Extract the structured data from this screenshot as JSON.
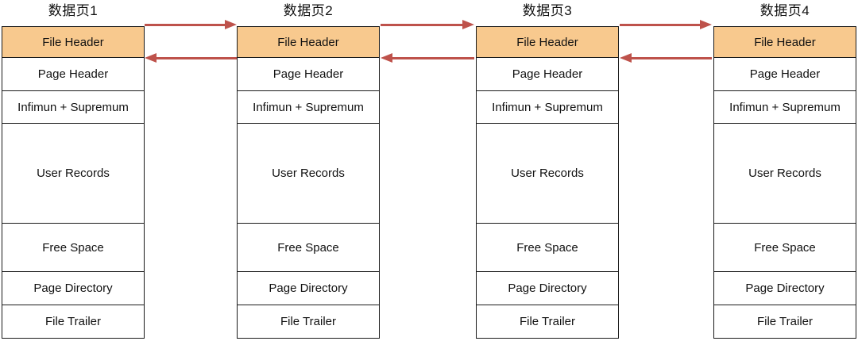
{
  "pages": [
    {
      "title": "数据页1",
      "rows": [
        {
          "label": "File Header"
        },
        {
          "label": "Page Header"
        },
        {
          "label": "Infimun + Supremum"
        },
        {
          "label": "User Records"
        },
        {
          "label": "Free Space"
        },
        {
          "label": "Page Directory"
        },
        {
          "label": "File Trailer"
        }
      ]
    },
    {
      "title": "数据页2",
      "rows": [
        {
          "label": "File Header"
        },
        {
          "label": "Page Header"
        },
        {
          "label": "Infimun + Supremum"
        },
        {
          "label": "User Records"
        },
        {
          "label": "Free Space"
        },
        {
          "label": "Page Directory"
        },
        {
          "label": "File Trailer"
        }
      ]
    },
    {
      "title": "数据页3",
      "rows": [
        {
          "label": "File Header"
        },
        {
          "label": "Page Header"
        },
        {
          "label": "Infimun + Supremum"
        },
        {
          "label": "User Records"
        },
        {
          "label": "Free Space"
        },
        {
          "label": "Page Directory"
        },
        {
          "label": "File Trailer"
        }
      ]
    },
    {
      "title": "数据页4",
      "rows": [
        {
          "label": "File Header"
        },
        {
          "label": "Page Header"
        },
        {
          "label": "Infimun + Supremum"
        },
        {
          "label": "User Records"
        },
        {
          "label": "Free Space"
        },
        {
          "label": "Page Directory"
        },
        {
          "label": "File Trailer"
        }
      ]
    }
  ],
  "colors": {
    "file_header_fill": "#f8c98e",
    "arrow": "#be524b",
    "border": "#1a1a1a",
    "text": "#111111",
    "background": "#ffffff"
  }
}
